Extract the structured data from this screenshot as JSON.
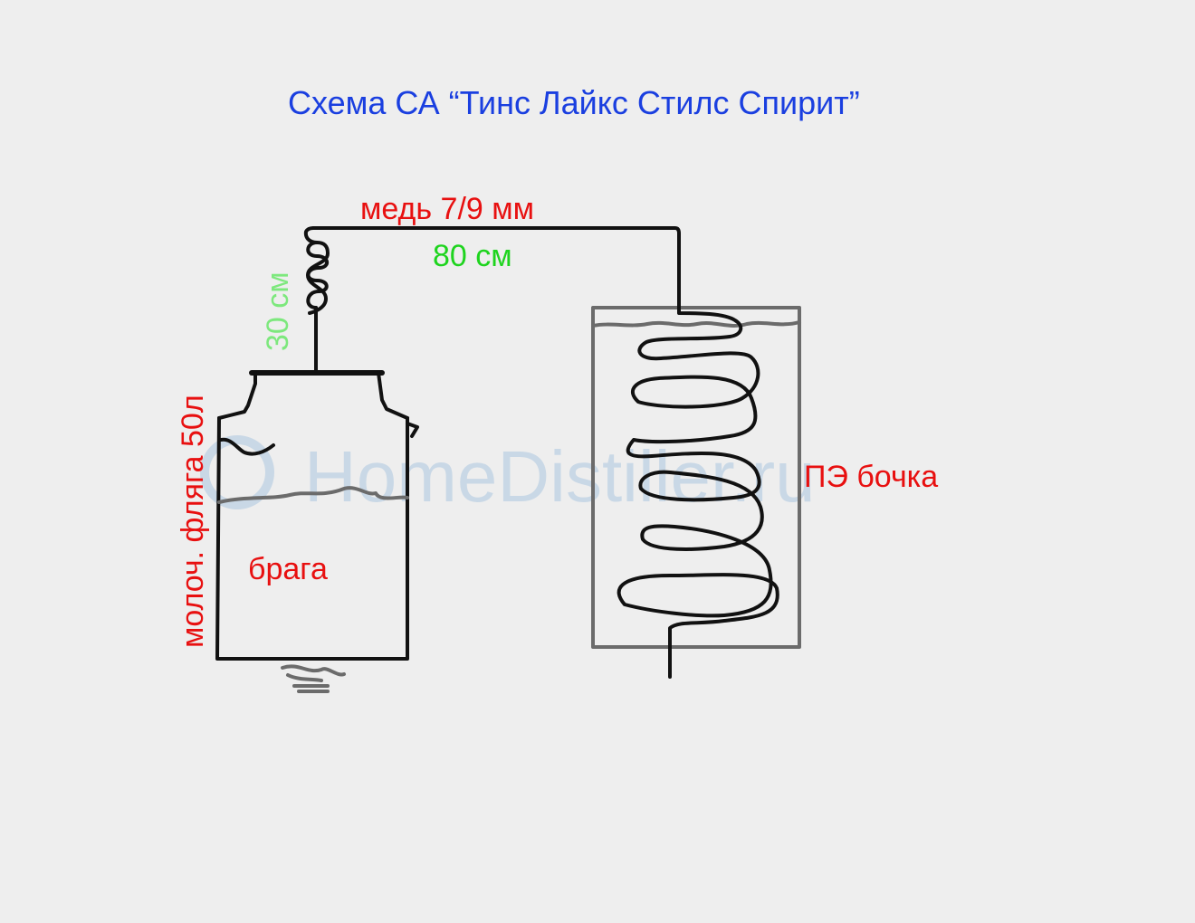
{
  "title": "Схема СА “Тинс Лайкс Стилс Спирит”",
  "labels": {
    "tube_material": "медь 7/9 мм",
    "tube_length": "80 см",
    "riser_height": "30 см",
    "vessel": "молоч. фляга 50л",
    "contents": "брага",
    "barrel": "ПЭ бочка"
  },
  "watermark": "HomeDistiller.ru",
  "colors": {
    "title": "#1a3fe0",
    "red_text": "#e81010",
    "green_text": "#1ed41e",
    "light_green_text": "#7de87d",
    "stroke_dark": "#111111",
    "stroke_gray": "#6b6b6b",
    "watermark": "#c9d8e6"
  }
}
